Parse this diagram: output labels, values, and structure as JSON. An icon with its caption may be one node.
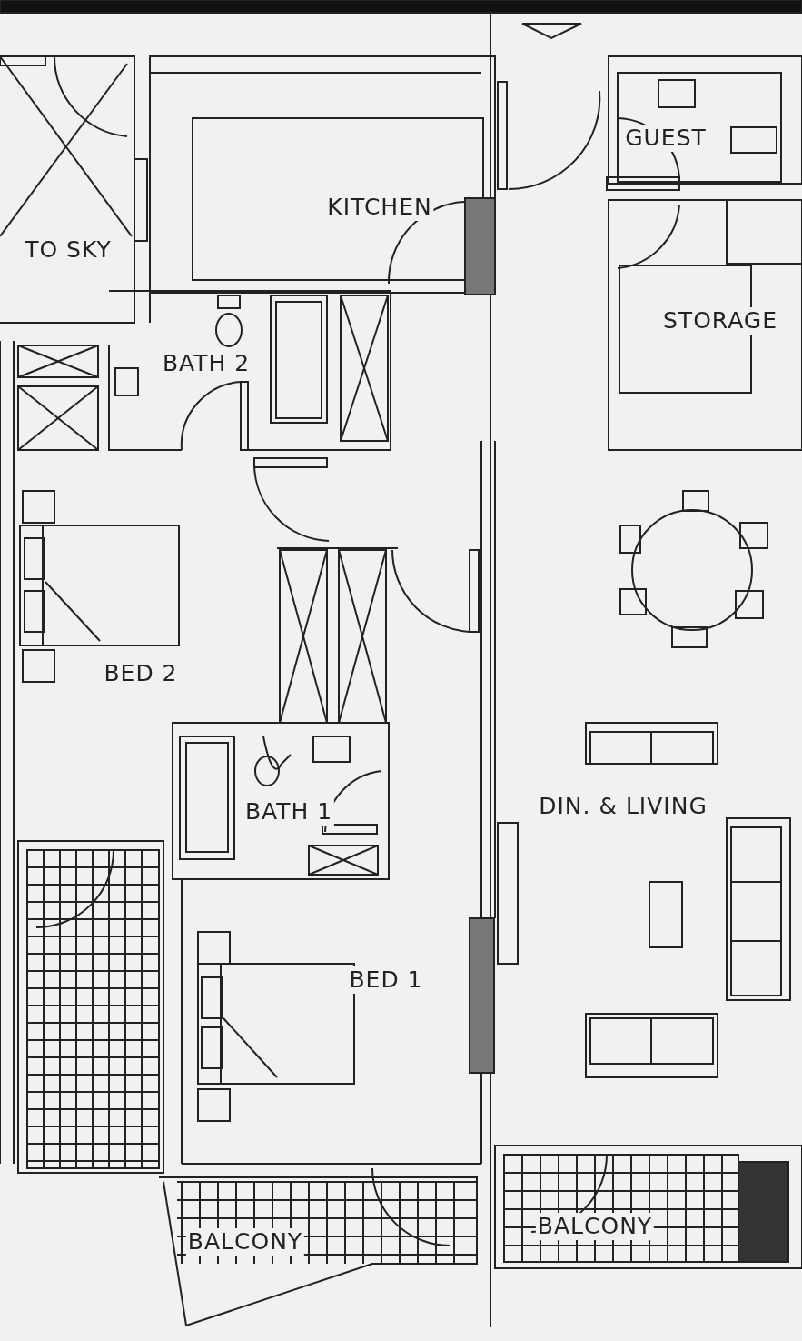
{
  "diagram": {
    "labels": [
      "TO SKY",
      "KITCHEN",
      "GUEST",
      "STORAGE",
      "BATH 2",
      "BED 2",
      "BATH 1",
      "DIN. & LIVING",
      "BED 1",
      "BALCONY",
      "BALCONY"
    ]
  }
}
